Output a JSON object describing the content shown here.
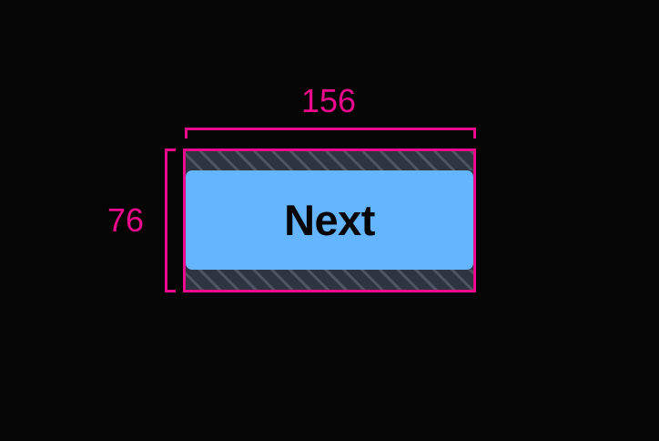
{
  "overlay": {
    "type": "element-measurement-overlay",
    "background_color": "#050505",
    "accent_color": "#ec0a8c"
  },
  "measurement": {
    "width_label": "156",
    "height_label": "76",
    "unit": "px"
  },
  "element": {
    "role": "button",
    "label": "Next",
    "fill_color": "#64b5fc",
    "text_color": "#050505",
    "band_color": "#2e3540",
    "band_stripe_color": "#4d5662",
    "top_band_name": "margin-band-top",
    "bottom_band_name": "margin-band-bottom"
  }
}
